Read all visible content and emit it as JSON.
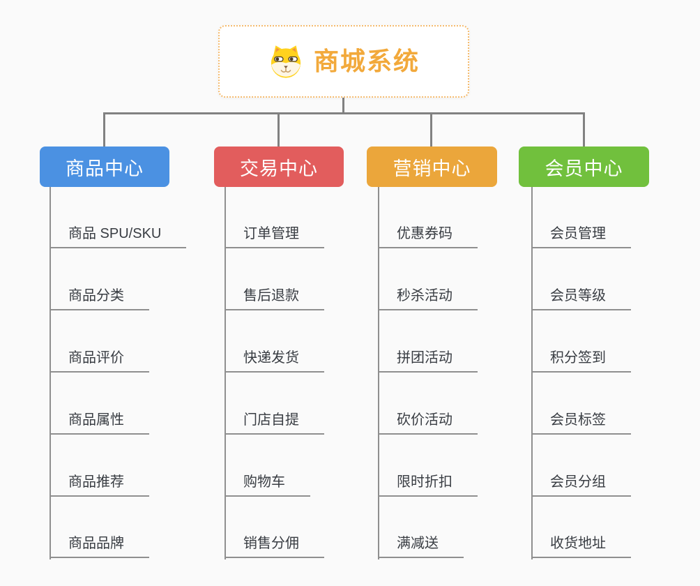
{
  "root": {
    "title": "商城系统",
    "icon": "dog-face-icon",
    "title_color": "#F2A93B",
    "border_color": "#F5BB6E"
  },
  "connector_color": "#818181",
  "child_line_color": "#8F8F8F",
  "background_color": "#FAFAFA",
  "branches": [
    {
      "label": "商品中心",
      "color": "#4B91E2",
      "items": [
        "商品 SPU/SKU",
        "商品分类",
        "商品评价",
        "商品属性",
        "商品推荐",
        "商品品牌"
      ]
    },
    {
      "label": "交易中心",
      "color": "#E25D5D",
      "items": [
        "订单管理",
        "售后退款",
        "快递发货",
        "门店自提",
        "购物车",
        "销售分佣"
      ]
    },
    {
      "label": "营销中心",
      "color": "#EBA63B",
      "items": [
        "优惠券码",
        "秒杀活动",
        "拼团活动",
        "砍价活动",
        "限时折扣",
        "满减送"
      ]
    },
    {
      "label": "会员中心",
      "color": "#71C03D",
      "items": [
        "会员管理",
        "会员等级",
        "积分签到",
        "会员标签",
        "会员分组",
        "收货地址"
      ]
    }
  ]
}
